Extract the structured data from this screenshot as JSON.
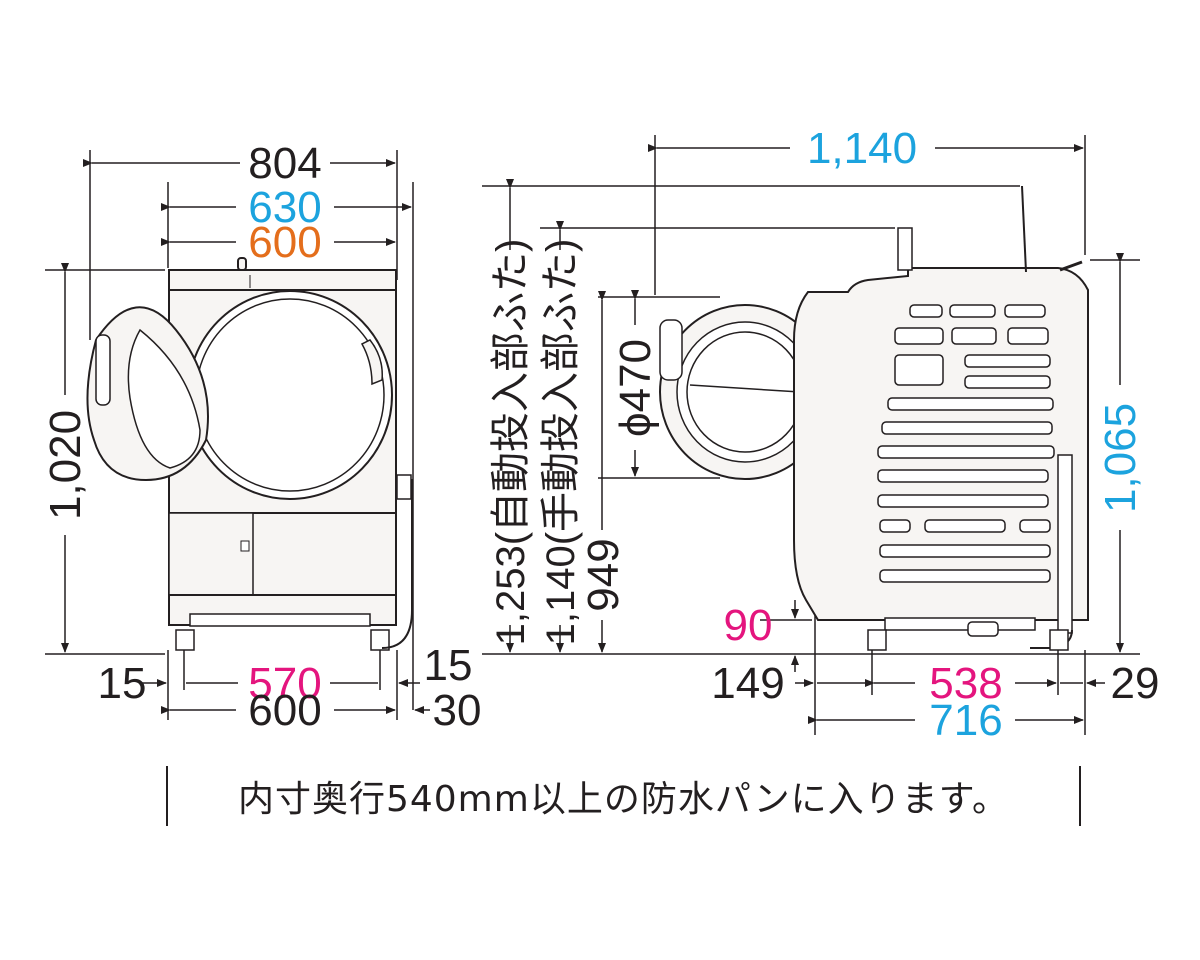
{
  "front_view": {
    "width_overall": "804",
    "width_body_top": "630",
    "width_cabinet": "600",
    "height": "1,020",
    "left_offset": "15",
    "foot_span": "570",
    "right_offset": "15",
    "base_width": "600",
    "base_right_extra": "30"
  },
  "side_view": {
    "depth_overall": "1,140",
    "lid_height_auto": "1,253(自動投入部ふた)",
    "lid_height_manual": "1,140(手動投入部ふた)",
    "door_diameter": "ϕ470",
    "door_center_height": "949",
    "height": "1,065",
    "bottom_clearance": "90",
    "front_offset": "149",
    "foot_depth": "538",
    "rear_offset": "29",
    "depth_body": "716"
  },
  "note": "内寸奥行540mm以上の防水パンに入ります。",
  "colors": {
    "black": "#231f20",
    "blue": "#1ca3de",
    "orange": "#e46e1c",
    "magenta": "#e4157e",
    "body_fill": "#f7f5f3"
  }
}
